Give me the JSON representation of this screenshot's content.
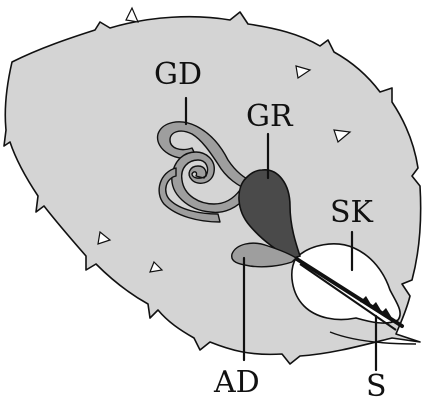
{
  "labels": {
    "gd": "GD",
    "gr": "GR",
    "sk": "SK",
    "ad": "AD",
    "s": "S"
  },
  "colors": {
    "body_fill": "#d4d4d4",
    "outline": "#111111",
    "gland_duct": "#9e9e9e",
    "reservoir": "#4a4a4a",
    "accessory_gland": "#9e9e9e",
    "sheath": "#ffffff",
    "background": "#ffffff"
  }
}
